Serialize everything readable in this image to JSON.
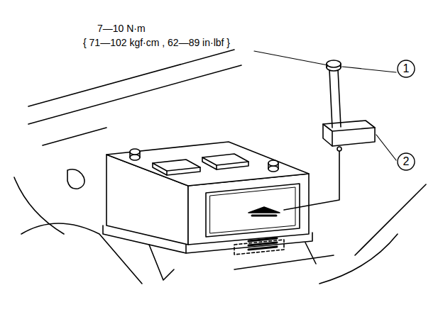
{
  "diagram": {
    "nodes": [
      {
        "text": [
          "1"
        ]
      },
      {
        "text": [
          "2"
        ]
      }
    ],
    "labels": [
      "7—10 N·m",
      "{ 71—102 kgf·cm , 62—89 in·lbf }"
    ]
  }
}
